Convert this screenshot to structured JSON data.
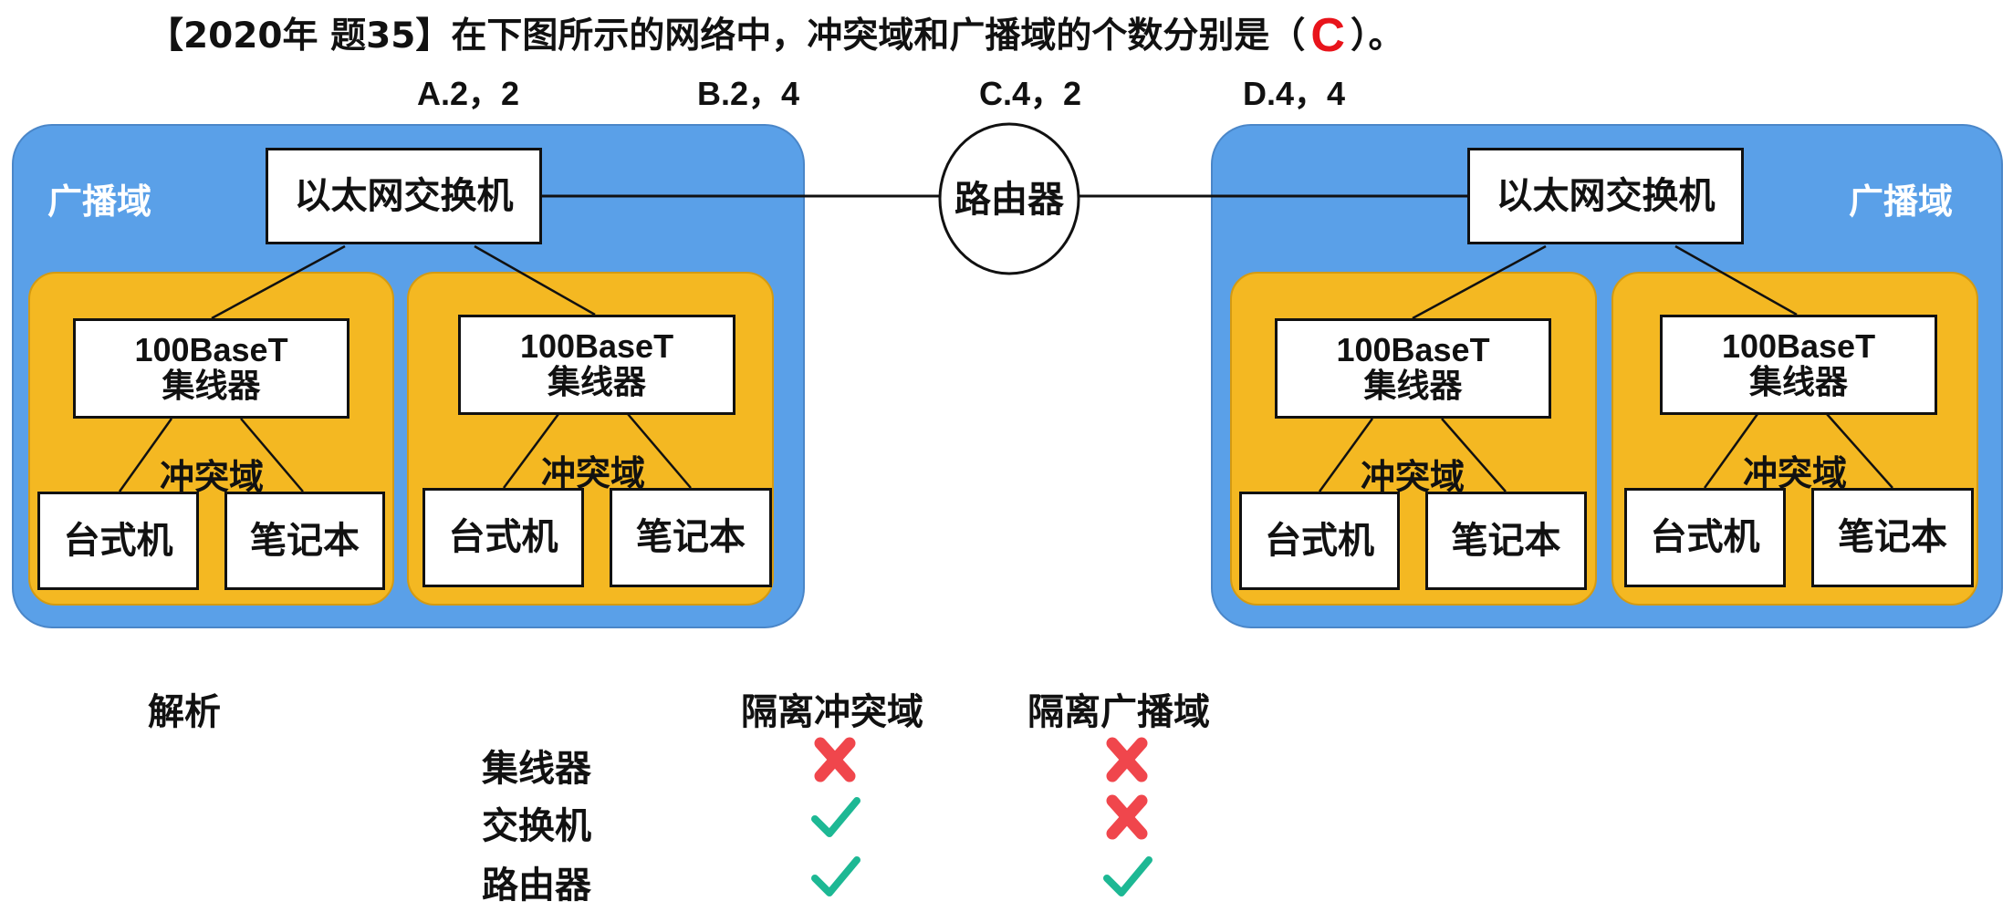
{
  "question": {
    "prefix": "【2020年 题35】在下图所示的网络中，冲突域和广播域的个数分别是（",
    "answer": "C",
    "suffix": "）。",
    "options": [
      {
        "label": "A.2，2"
      },
      {
        "label": "B.2，4"
      },
      {
        "label": "C.4，2"
      },
      {
        "label": "D.4，4"
      }
    ]
  },
  "colors": {
    "broadcast_domain": "#5aa0e8",
    "collision_domain": "#f4b822",
    "answer": "#e8141b",
    "cross": "#f0464c",
    "check": "#1db894"
  },
  "diagram": {
    "router_label": "路由器",
    "left": {
      "broadcast_label": "广播域",
      "switch_label": "以太网交换机",
      "groups": [
        {
          "collision_label": "冲突域",
          "hub_model": "100BaseT",
          "hub_label": "集线器",
          "pc1": "台式机",
          "pc2": "笔记本"
        },
        {
          "collision_label": "冲突域",
          "hub_model": "100BaseT",
          "hub_label": "集线器",
          "pc1": "台式机",
          "pc2": "笔记本"
        }
      ]
    },
    "right": {
      "broadcast_label": "广播域",
      "switch_label": "以太网交换机",
      "groups": [
        {
          "collision_label": "冲突域",
          "hub_model": "100BaseT",
          "hub_label": "集线器",
          "pc1": "台式机",
          "pc2": "笔记本"
        },
        {
          "collision_label": "冲突域",
          "hub_model": "100BaseT",
          "hub_label": "集线器",
          "pc1": "台式机",
          "pc2": "笔记本"
        }
      ]
    }
  },
  "analysis": {
    "title": "解析",
    "columns": [
      "隔离冲突域",
      "隔离广播域"
    ],
    "rows": [
      {
        "device": "集线器",
        "isolates_collision": false,
        "isolates_broadcast": false
      },
      {
        "device": "交换机",
        "isolates_collision": true,
        "isolates_broadcast": false
      },
      {
        "device": "路由器",
        "isolates_collision": true,
        "isolates_broadcast": true
      }
    ]
  }
}
